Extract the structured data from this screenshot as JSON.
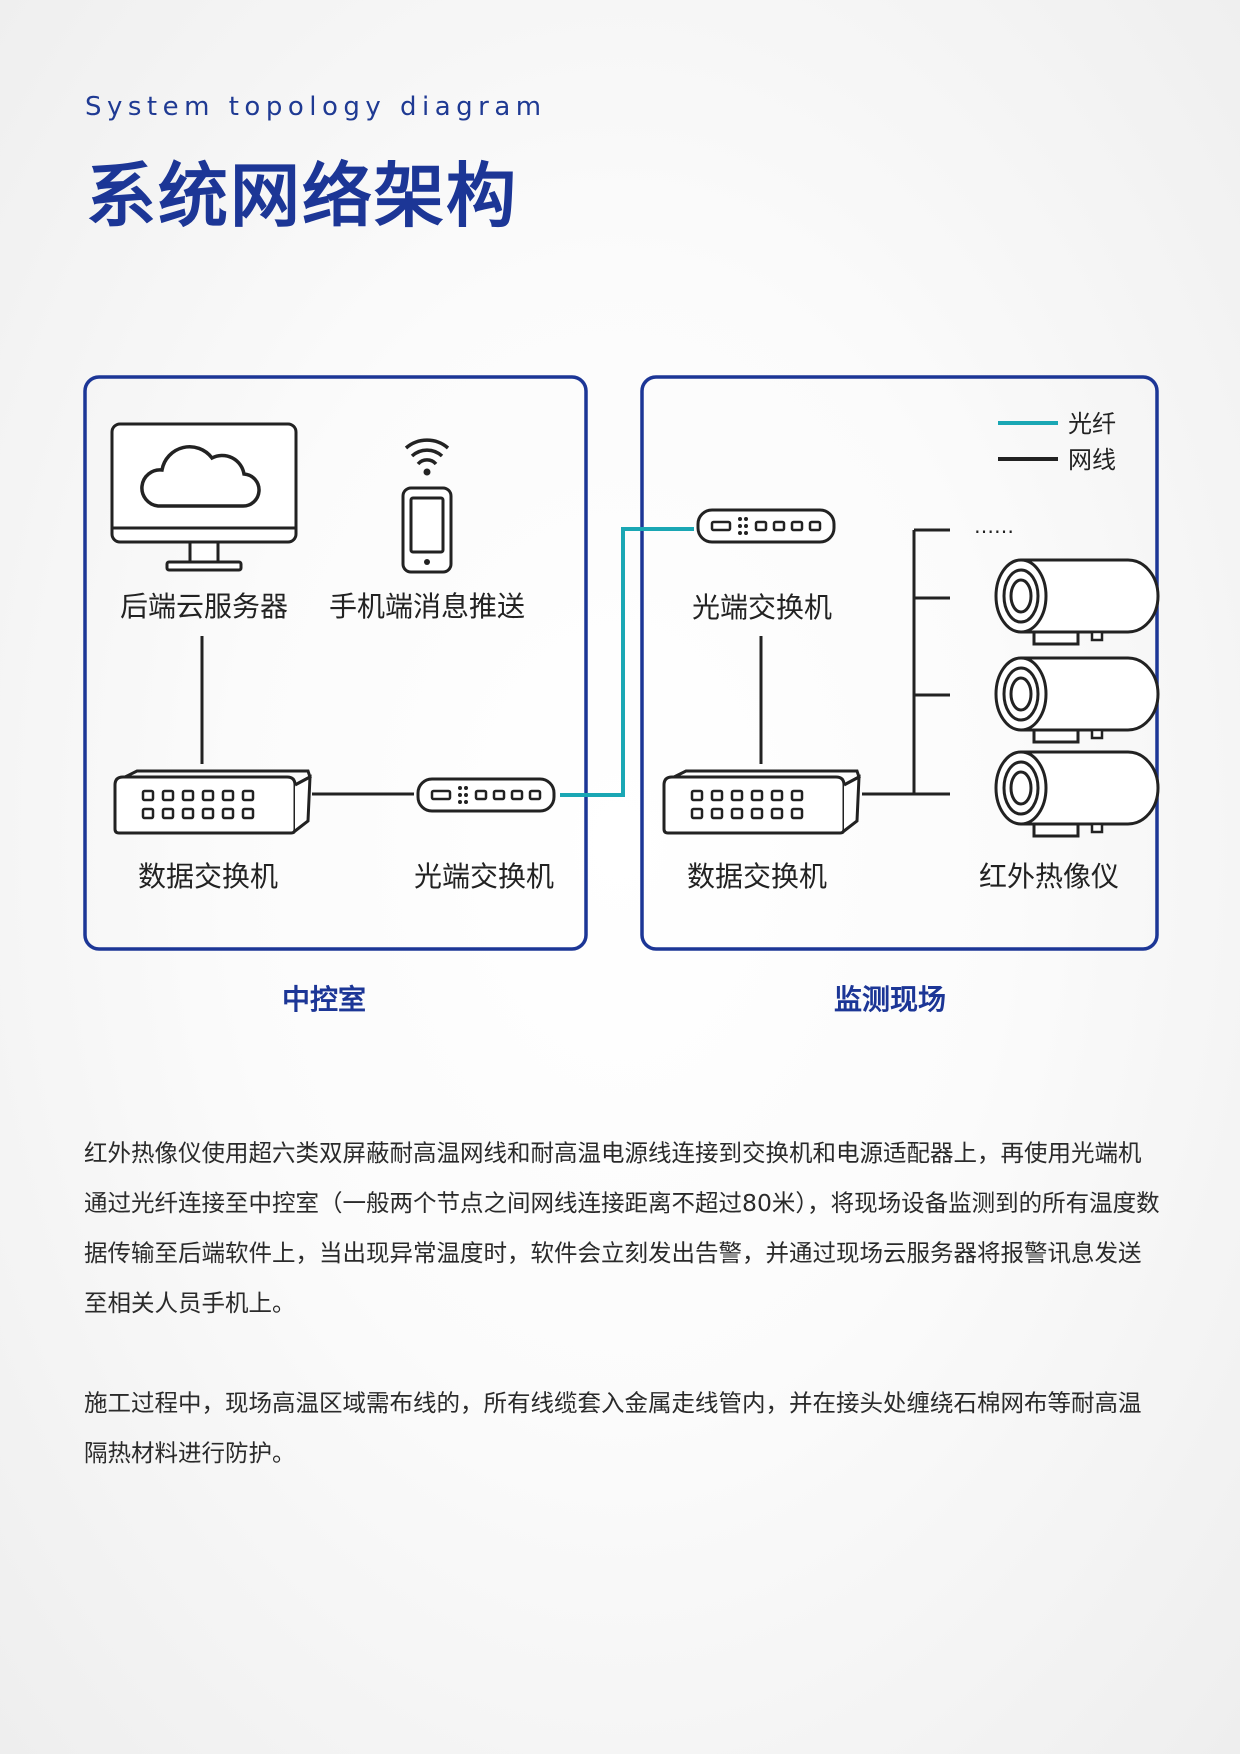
{
  "header": {
    "subtitle": "System topology diagram",
    "title": "系统网络架构"
  },
  "legend": {
    "fiber_label": "光纤",
    "cable_label": "网线",
    "fiber_color": "#1aa7b4",
    "cable_color": "#222222"
  },
  "control_room": {
    "section_label": "中控室",
    "cloud_server_label": "后端云服务器",
    "mobile_push_label": "手机端消息推送",
    "data_switch_label": "数据交换机",
    "optical_switch_label": "光端交换机"
  },
  "field_site": {
    "section_label": "监测现场",
    "optical_switch_label": "光端交换机",
    "data_switch_label": "数据交换机",
    "thermal_camera_label": "红外热像仪",
    "ellipsis": "……"
  },
  "colors": {
    "brand_blue": "#1c3696",
    "box_border": "#1c3696"
  },
  "description": {
    "paragraph_1": "红外热像仪使用超六类双屏蔽耐高温网线和耐高温电源线连接到交换机和电源适配器上，再使用光端机通过光纤连接至中控室（一般两个节点之间网线连接距离不超过80米），将现场设备监测到的所有温度数据传输至后端软件上，当出现异常温度时，软件会立刻发出告警，并通过现场云服务器将报警讯息发送至相关人员手机上。",
    "paragraph_2": "施工过程中，现场高温区域需布线的，所有线缆套入金属走线管内，并在接头处缠绕石棉网布等耐高温隔热材料进行防护。"
  }
}
